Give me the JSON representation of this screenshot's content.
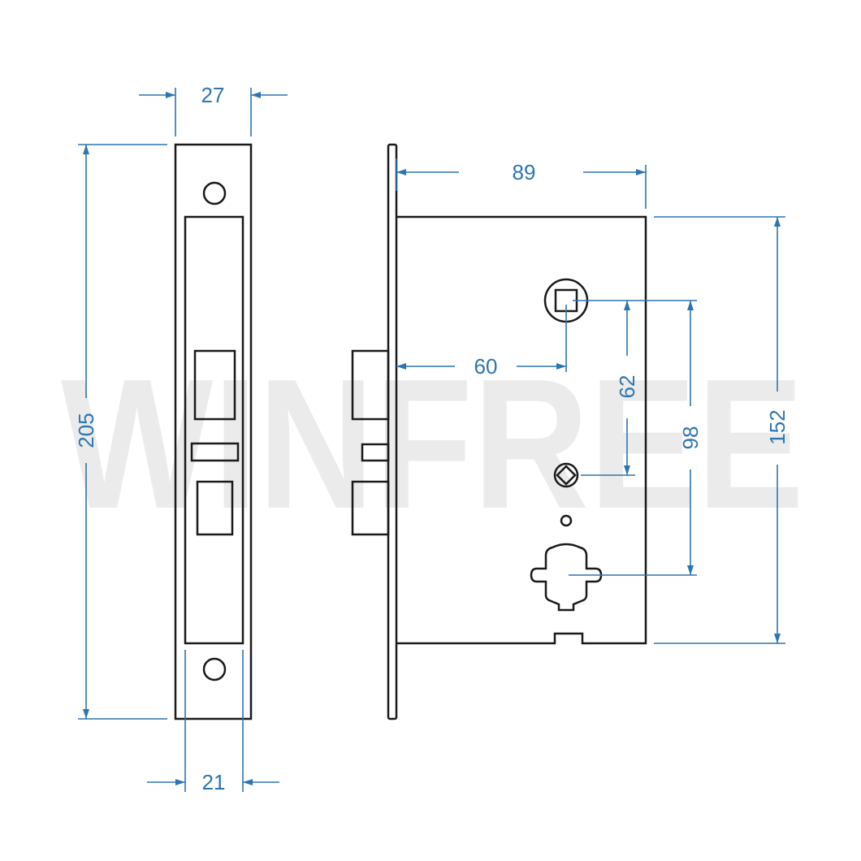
{
  "watermark": "WINFREE",
  "colors": {
    "dimension": "#2e75b0",
    "outline": "#1a1a1a",
    "watermark": "#ebebeb"
  },
  "front_view": {
    "faceplate_width": "27",
    "faceplate_height": "205",
    "inner_width": "21"
  },
  "side_view": {
    "case_depth": "89",
    "backset": "60",
    "hub_to_thumbturn": "62",
    "hub_to_cylinder": "98",
    "case_height": "152"
  }
}
